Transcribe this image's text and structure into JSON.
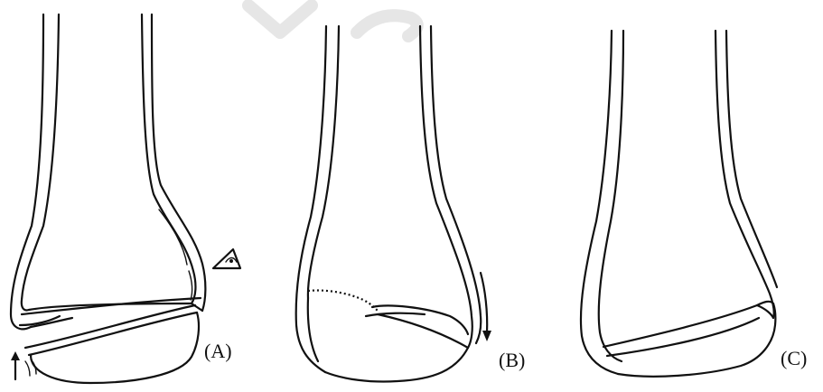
{
  "panels": [
    {
      "id": "A",
      "label": "(A)"
    },
    {
      "id": "B",
      "label": "(B)"
    },
    {
      "id": "C",
      "label": "(C)"
    }
  ],
  "icons": {
    "arrow_up": "arrow-up-icon",
    "arrow_down": "arrow-down-icon",
    "eye_symbol": "eye-symbol-icon"
  },
  "colors": {
    "stroke": "#111111",
    "background": "#ffffff",
    "watermark": "#e6e6e6"
  }
}
